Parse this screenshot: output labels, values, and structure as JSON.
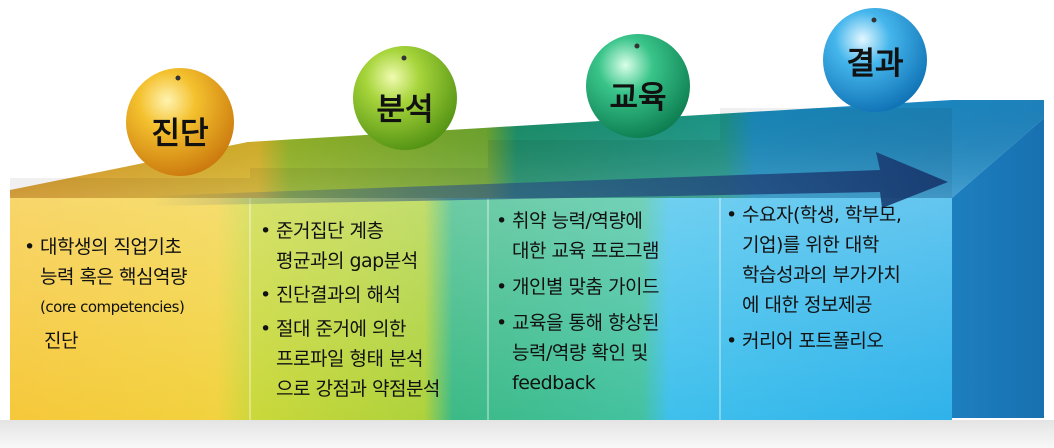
{
  "stages": [
    {
      "label": "진단",
      "color": "#e8a31a"
    },
    {
      "label": "분석",
      "color": "#6db01f"
    },
    {
      "label": "교육",
      "color": "#18a06a"
    },
    {
      "label": "결과",
      "color": "#1a9ad6"
    }
  ],
  "columns": [
    {
      "items": [
        {
          "lines": [
            "대학생의 직업기초",
            "능력 혹은 핵심역량"
          ],
          "small": "(core competencies)",
          "tail": "진단"
        }
      ]
    },
    {
      "items": [
        {
          "lines": [
            "준거집단 계층",
            "평균과의 gap분석"
          ]
        },
        {
          "lines": [
            "진단결과의 해석"
          ]
        },
        {
          "lines": [
            "절대 준거에 의한",
            "프로파일 형태 분석",
            "으로 강점과 약점분석"
          ]
        }
      ]
    },
    {
      "items": [
        {
          "lines": [
            "취약 능력/역량에",
            "대한 교육 프로그램"
          ]
        },
        {
          "lines": [
            "개인별 맞춤 가이드"
          ]
        },
        {
          "lines": [
            "교육을 통해 향상된",
            "능력/역량 확인 및",
            "feedback"
          ]
        }
      ]
    },
    {
      "items": [
        {
          "lines": [
            "수요자(학생, 학부모,",
            "기업)를 위한 대학",
            "학습성과의 부가가치",
            "에 대한 정보제공"
          ]
        },
        {
          "lines": [
            "커리어 포트폴리오"
          ]
        }
      ]
    }
  ]
}
